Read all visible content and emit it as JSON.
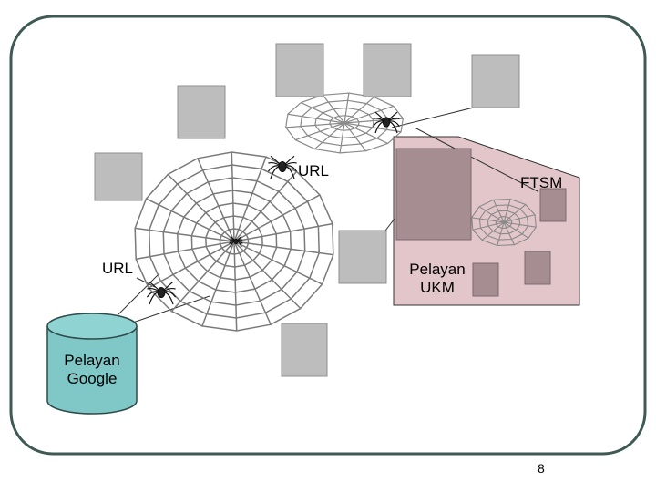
{
  "labels": {
    "url_top": "URL",
    "url_left": "URL",
    "ftsm": "FTSM",
    "pelayan_ukm": "Pelayan\nUKM",
    "pelayan_google": "Pelayan\nGoogle"
  },
  "page_number": "8",
  "colors": {
    "frame": "#3f5a55",
    "server_gray": "#bdbdbd",
    "server_mauve": "#a58d92",
    "ukm_region": "#e2c6c9",
    "cylinder": "#7fc8c7",
    "web": "#7a7a7a"
  }
}
